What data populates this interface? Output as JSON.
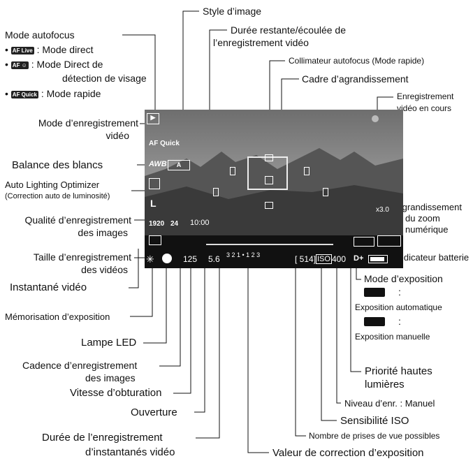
{
  "left_labels": {
    "mode_autofocus": "Mode autofocus",
    "af_live_icon": "AF Live",
    "af_live_text": ": Mode direct",
    "af_face_icon": "AF ☺",
    "af_face_text_1": ": Mode Direct de",
    "af_face_text_2": "détection de visage",
    "af_quick_icon": "AF Quick",
    "af_quick_text": ": Mode rapide",
    "mode_enreg_video_1": "Mode d’enregistrement",
    "mode_enreg_video_2": "vidéo",
    "balance_blancs": "Balance des blancs",
    "alo_1": "Auto Lighting Optimizer",
    "alo_2": "(Correction auto de luminosité)",
    "qualite_1": "Qualité d’enregistrement",
    "qualite_2": "des images",
    "taille_1": "Taille d’enregistrement",
    "taille_2": "des vidéos",
    "instantane": "Instantané vidéo",
    "memorisation": "Mémorisation d’exposition",
    "lampe_led": "Lampe LED",
    "cadence_1": "Cadence d’enregistrement",
    "cadence_2": "des images",
    "vitesse": "Vitesse d’obturation",
    "ouverture": "Ouverture",
    "duree_inst_1": "Durée de l’enregistrement",
    "duree_inst_2": "d’instantanés vidéo"
  },
  "top_labels": {
    "style_image": "Style d’image",
    "duree_1": "Durée restante/écoulée de",
    "duree_2": "l’enregistrement vidéo",
    "collimateur": "Collimateur autofocus (Mode rapide)",
    "cadre": "Cadre d’agrandissement",
    "enreg_cours_1": "Enregistrement",
    "enreg_cours_2": "vidéo en cours"
  },
  "right_labels": {
    "agrand_1": "Agrandissement",
    "agrand_2": "du zoom",
    "agrand_3": "numérique",
    "batterie": "Indicateur batterie",
    "mode_expo": "Mode d’exposition",
    "colon": ":",
    "expo_auto": "Exposition automatique",
    "expo_man": "Exposition manuelle",
    "priorite_1": "Priorité hautes",
    "priorite_2": "lumières",
    "niveau": "Niveau d’enr. : Manuel",
    "iso": "Sensibilité ISO",
    "prises": "Nombre de prises de vue possibles",
    "correction": "Valeur de correction d’exposition"
  },
  "screen": {
    "af_quick": "AF Quick",
    "awb": "AWB",
    "picture_style": "A",
    "quality": "L",
    "size_1920": "1920",
    "fps_24": "24",
    "time": "10:00",
    "zoom": "x3.0",
    "shutter": "125",
    "aperture": "5.6",
    "exposure_scale": "3 2 1 • 1 2 3",
    "shots": "[ 514]",
    "iso_label": "ISO",
    "iso_value": "400",
    "dplus": "D+",
    "star": "✳"
  },
  "colors": {
    "sky_top": "#8a8a8a",
    "mountain": "#4a4a4a",
    "ground": "#1e1e1e"
  }
}
